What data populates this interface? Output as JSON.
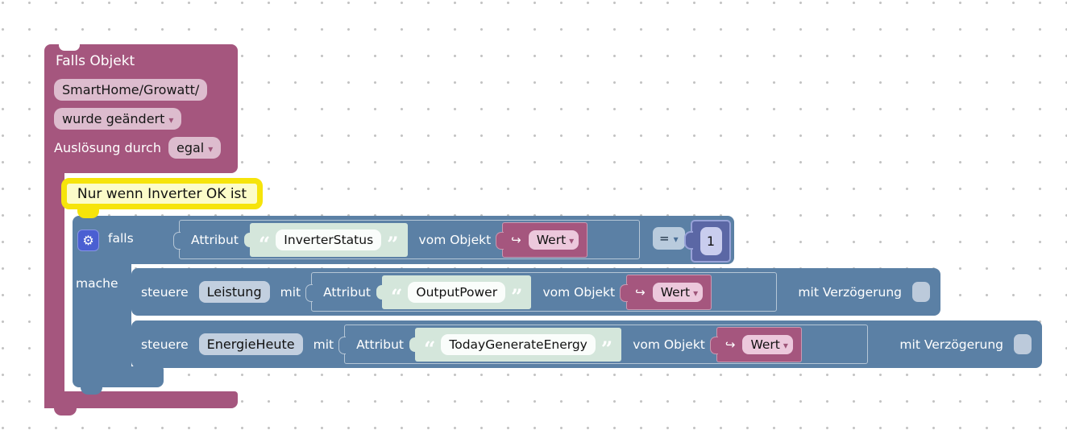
{
  "colors": {
    "trigger_block": "#a5567e",
    "trigger_field_bg": "#ddbcce",
    "logic_block": "#5b80a5",
    "logic_field_bg": "#c2cfdf",
    "text_block": "#d4e6db",
    "text_field_bg": "#fafdfb",
    "number_block": "#5b67a5",
    "number_field_bg": "#c9cdee",
    "comment_border": "#f6e40b",
    "comment_bg": "#fcfcc8",
    "gear_badge": "#4a5fd2",
    "grid_dot": "#c3c3c3"
  },
  "icons": {
    "gear": "⚙",
    "dropdown_arrow": "▾",
    "open_quote": "“",
    "close_quote": "”",
    "value_arrow": "↪"
  },
  "trigger": {
    "title": "Falls Objekt",
    "object_id": "SmartHome/Growatt/",
    "event": "wurde geändert",
    "trigger_label": "Auslösung durch",
    "trigger_value": "egal"
  },
  "comment": {
    "text": "Nur wenn Inverter OK ist"
  },
  "if_block": {
    "if_label": "falls",
    "do_label": "mache",
    "condition": {
      "attribute_label": "Attribut",
      "attribute_name": "InverterStatus",
      "from_object_label": "vom Objekt",
      "value_type": "Wert",
      "operator": "=",
      "compare_value": "1"
    }
  },
  "statements": [
    {
      "control_label": "steuere",
      "target_object": "Leistung",
      "with_label": "mit",
      "attribute_label": "Attribut",
      "attribute_name": "OutputPower",
      "from_object_label": "vom Objekt",
      "value_type": "Wert",
      "delay_label": "mit Verzögerung"
    },
    {
      "control_label": "steuere",
      "target_object": "EnergieHeute",
      "with_label": "mit",
      "attribute_label": "Attribut",
      "attribute_name": "TodayGenerateEnergy",
      "from_object_label": "vom Objekt",
      "value_type": "Wert",
      "delay_label": "mit Verzögerung"
    }
  ]
}
